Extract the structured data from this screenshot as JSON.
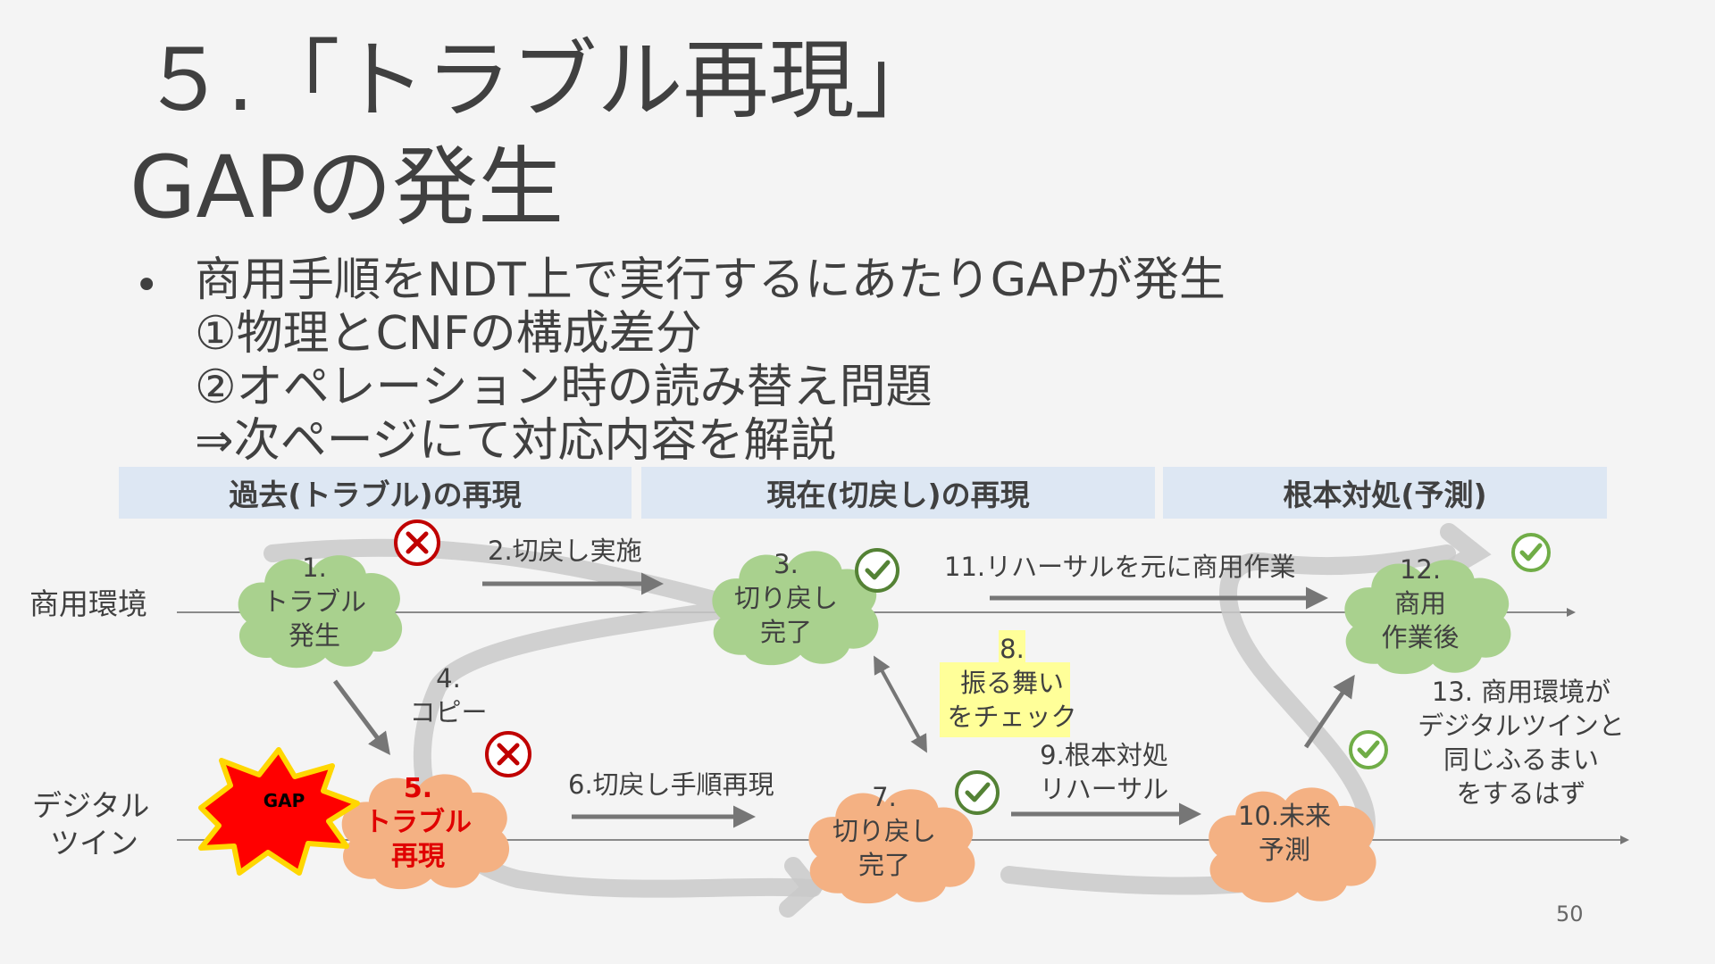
{
  "slide": {
    "title_line1": "５.「トラブル再現」",
    "title_line2": "GAPの発生",
    "bullet": [
      "商用手順をNDT上で実行するにあたりGAPが発生",
      "①物理とCNFの構成差分",
      "②オペレーション時の読み替え問題",
      "⇒次ページにて対応内容を解説"
    ],
    "page_number": "50"
  },
  "phases": [
    {
      "label": "過去(トラブル)の再現"
    },
    {
      "label": "現在(切戻し)の再現"
    },
    {
      "label": "根本対処(予測)"
    }
  ],
  "rows": {
    "commercial": "商用環境",
    "digital_twin_line1": "デジタル",
    "digital_twin_line2": "ツイン"
  },
  "nodes": {
    "n1": [
      "1.",
      "トラブル",
      "発生"
    ],
    "n3": [
      "3.",
      "切り戻し",
      "完了"
    ],
    "n5": [
      "5.",
      "トラブル",
      "再現"
    ],
    "n7": [
      "7.",
      "切り戻し",
      "完了"
    ],
    "n10": [
      "10.未来",
      "予測"
    ],
    "n12": [
      "12.",
      "商用",
      "作業後"
    ]
  },
  "edge_labels": {
    "e2": "2.切戻し実施",
    "e4": [
      "4.",
      "コピー"
    ],
    "e6": "6.切戻し手順再現",
    "e8": [
      "8.",
      "振る舞い",
      "をチェック"
    ],
    "e9": [
      "9.根本対処",
      "リハーサル"
    ],
    "e11": "11.リハーサルを元に商用作業",
    "e13": [
      "13. 商用環境が",
      "デジタルツインと",
      "同じふるまい",
      "をするはず"
    ]
  },
  "badges": {
    "gap": "GAP"
  },
  "colors": {
    "green_cloud": "#a9d18e",
    "orange_cloud": "#f4b183",
    "header_bg": "#dde7f3",
    "check": "#548235",
    "cross": "#c00000",
    "highlight": "#ffff99",
    "arrow": "#767676",
    "path": "#c9c9c9",
    "trouble_text": "#e00000"
  }
}
